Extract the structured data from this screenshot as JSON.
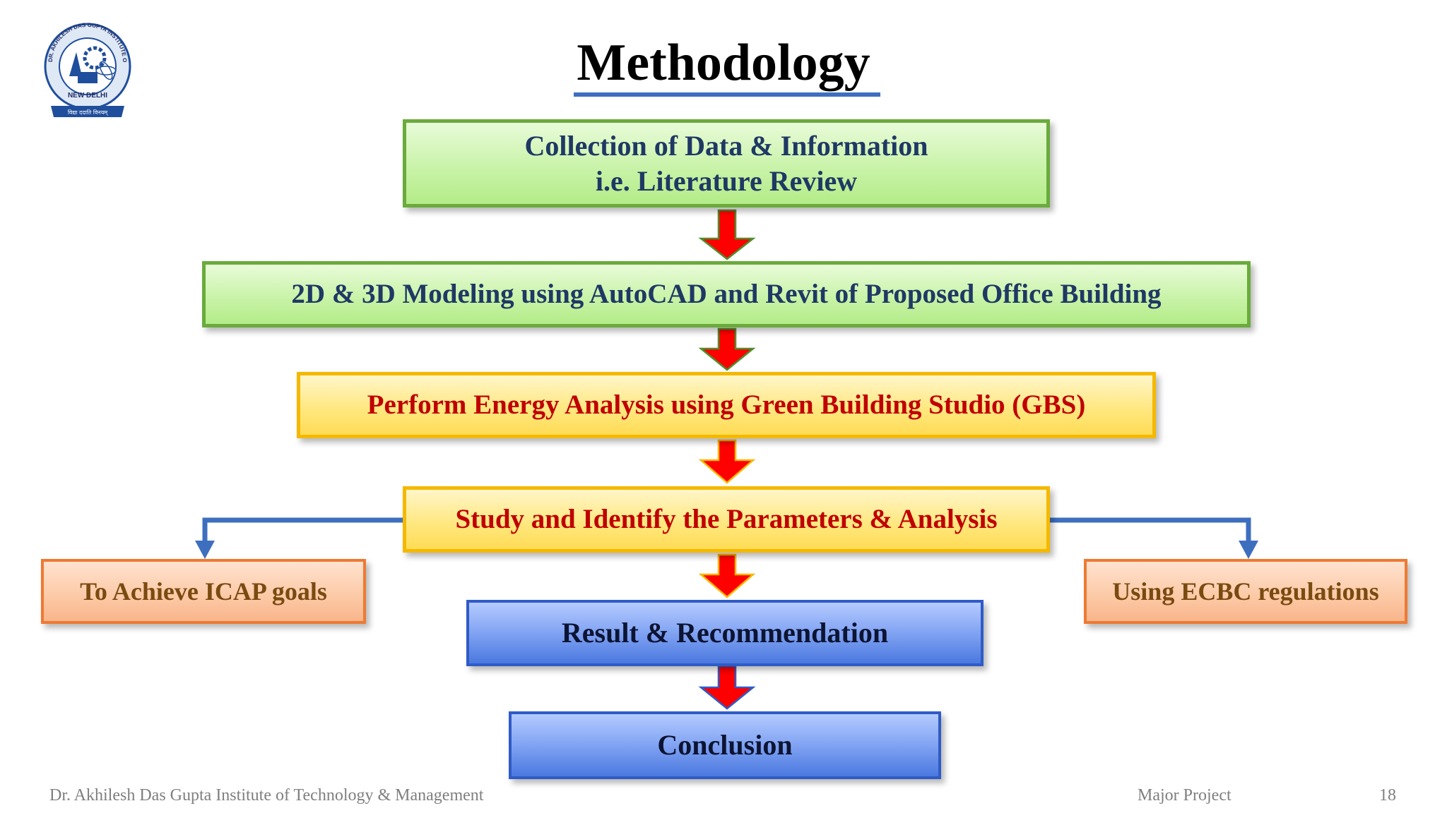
{
  "slide": {
    "title": "Methodology",
    "logo": {
      "icon": "institute-logo-icon",
      "ring_text": "DR. AKHILESH DAS GUPTA INSTITUTE OF TECHNOLOGY & MANAGEMENT",
      "city": "NEW DELHI",
      "motto": "विद्या ददाति विनयम्"
    },
    "steps": {
      "literature": [
        "Collection of Data & Information",
        "i.e. Literature Review"
      ],
      "modeling": "2D & 3D Modeling using AutoCAD and Revit of Proposed Office Building",
      "energy": "Perform Energy Analysis using Green Building Studio (GBS)",
      "study": "Study and Identify the Parameters & Analysis",
      "icap": "To Achieve ICAP goals",
      "ecbc": "Using ECBC regulations",
      "result": "Result & Recommendation",
      "conclusion": "Conclusion"
    },
    "colors": {
      "step_text_dark": "#1f3864",
      "step_text_red": "#c00000",
      "arrow_red": "#ff0000",
      "arrow_outline": "#4e8f2e",
      "connector_blue": "#3e6fbf",
      "title_underline": "#3e6fbf"
    },
    "footer": {
      "institute": "Dr. Akhilesh Das Gupta Institute of Technology & Management",
      "project": "Major Project",
      "page": "18"
    }
  }
}
